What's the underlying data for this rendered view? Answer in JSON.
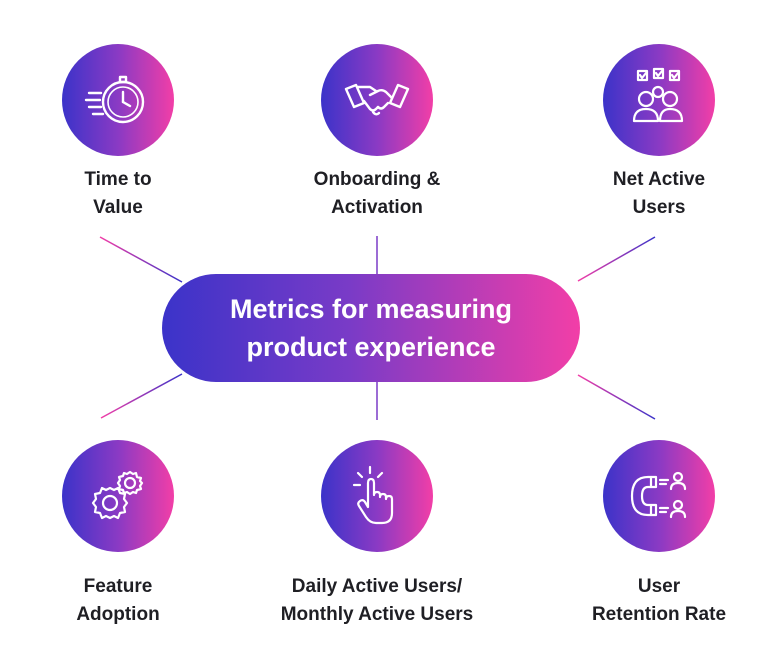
{
  "center": {
    "line1": "Metrics for measuring",
    "line2": "product experience"
  },
  "nodes": [
    {
      "icon": "stopwatch-icon",
      "line1": "Time to",
      "line2": "Value"
    },
    {
      "icon": "handshake-icon",
      "line1": "Onboarding &",
      "line2": "Activation"
    },
    {
      "icon": "users-checklist-icon",
      "line1": "Net Active",
      "line2": "Users"
    },
    {
      "icon": "gears-icon",
      "line1": "Feature",
      "line2": "Adoption"
    },
    {
      "icon": "click-hand-icon",
      "line1": "Daily Active Users/",
      "line2": "Monthly Active Users"
    },
    {
      "icon": "magnet-users-icon",
      "line1": "User",
      "line2": "Retention Rate"
    }
  ],
  "colors": {
    "gradient_start": "#3b33c9",
    "gradient_end": "#f23ea7",
    "text": "#1f1f24"
  }
}
